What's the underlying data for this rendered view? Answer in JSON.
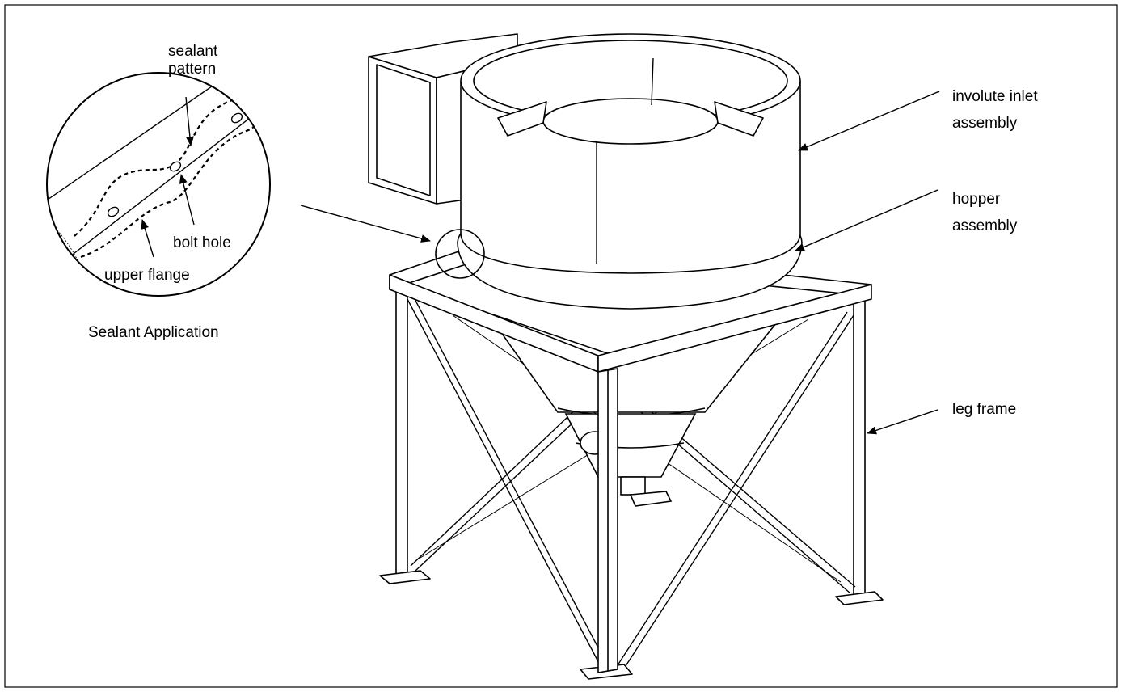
{
  "labels": {
    "involute_inlet_line1": "involute inlet",
    "involute_inlet_line2": "assembly",
    "hopper_line1": "hopper",
    "hopper_line2": "assembly",
    "leg_frame": "leg frame",
    "sealant_pattern_line1": "sealant",
    "sealant_pattern_line2": "pattern",
    "bolt_hole": "bolt hole",
    "upper_flange": "upper flange",
    "detail_caption": "Sealant Application"
  }
}
